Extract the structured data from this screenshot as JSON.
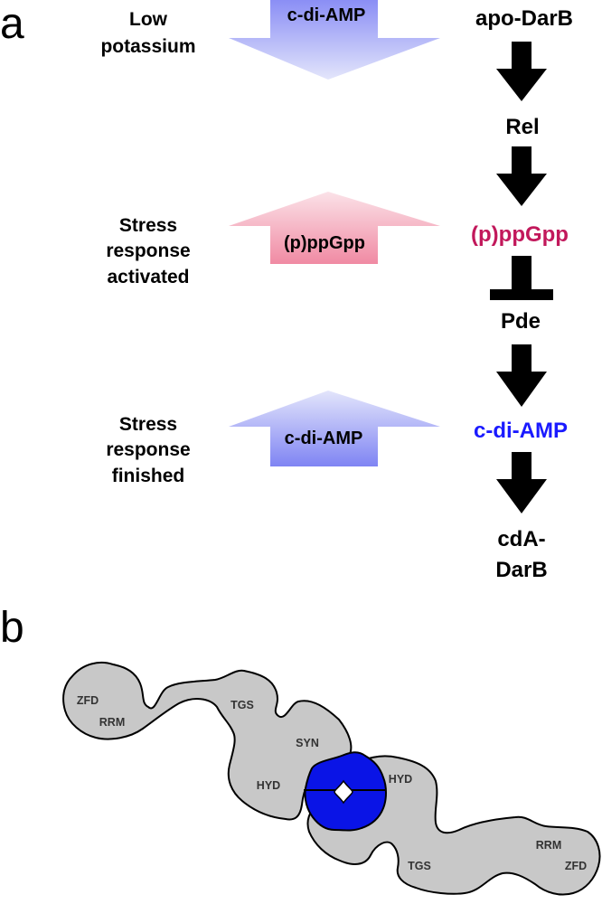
{
  "panel_a": {
    "letter": "a",
    "rows": [
      {
        "left_label": [
          "Low",
          "potassium"
        ],
        "arrow_label": "c-di-AMP",
        "arrow_direction": "down",
        "arrow_color": "blue"
      },
      {
        "left_label": [
          "Stress",
          "response",
          "activated"
        ],
        "arrow_label": "(p)ppGpp",
        "arrow_direction": "up",
        "arrow_color": "pink"
      },
      {
        "left_label": [
          "Stress",
          "response",
          "finished"
        ],
        "arrow_label": "c-di-AMP",
        "arrow_direction": "up",
        "arrow_color": "blue"
      }
    ],
    "pathway": [
      {
        "lines": [
          "apo-DarB"
        ],
        "color": "#000000"
      },
      {
        "lines": [
          "Rel"
        ],
        "color": "#000000"
      },
      {
        "lines": [
          "(p)ppGpp"
        ],
        "color": "#c2185b"
      },
      {
        "lines": [
          "Pde"
        ],
        "color": "#000000"
      },
      {
        "lines": [
          "c-di-AMP"
        ],
        "color": "#1a1aff"
      },
      {
        "lines": [
          "cdA-",
          "DarB"
        ],
        "color": "#000000"
      }
    ],
    "links": [
      "activates",
      "activates",
      "inhibits",
      "activates",
      "activates"
    ]
  },
  "panel_b": {
    "letter": "b",
    "domains_left": [
      "ZFD",
      "RRM",
      "TGS",
      "SYN",
      "HYD"
    ],
    "domains_right": [
      "HYD",
      "TGS",
      "RRM",
      "ZFD"
    ],
    "colors": {
      "protein": "#c8c8c8",
      "center": "#0a14e6",
      "outline": "#000000"
    }
  }
}
